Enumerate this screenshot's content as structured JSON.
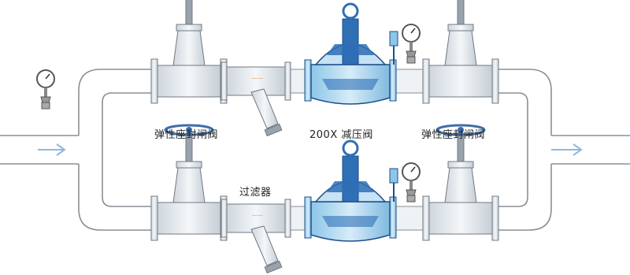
{
  "labels": {
    "gate_valve_left": "弹性座封闸阀",
    "pressure_reducing_valve": "200X 减压阀",
    "gate_valve_right": "弹性座封闸阀",
    "strainer": "过滤器"
  },
  "colors": {
    "pipe_line": "#8a8f95",
    "valve_body": "#e8edf0",
    "valve_outline": "#6f7a84",
    "prv_blue": "#2f6fb5",
    "prv_dark": "#1f4f8a",
    "prv_light": "#8cc6e8",
    "handwheel": "#3f6ea8",
    "flow_arrow": "#8fb8df",
    "strainer_marker": "#f08a2a"
  },
  "icons": [
    "pressure-gauge-icon",
    "flow-arrow-icon",
    "handwheel-icon"
  ]
}
